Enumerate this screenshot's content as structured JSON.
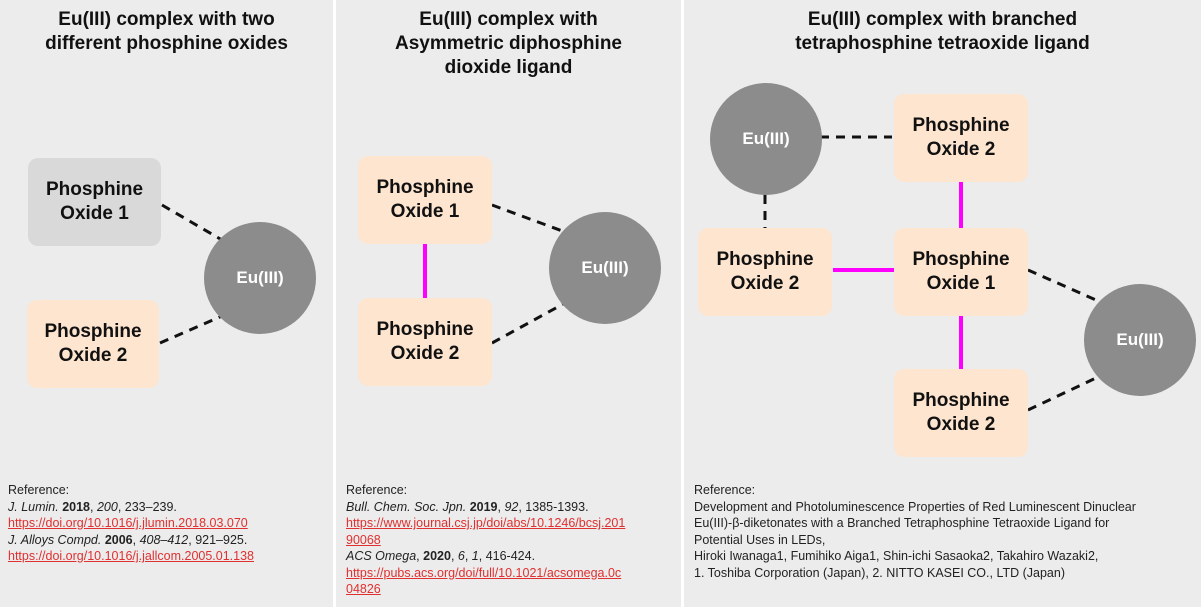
{
  "panels": [
    {
      "title": [
        "Eu(III) complex with two",
        "different phosphine oxides"
      ],
      "boxes": [
        [
          "Phosphine",
          "Oxide 1"
        ],
        [
          "Phosphine",
          "Oxide 2"
        ]
      ],
      "circle": "Eu(III)",
      "reference_label": "Reference:",
      "refs": [
        {
          "journal": "J. Lumin.",
          "year": "2018",
          "volume": "200",
          "pages": ", 233–239.",
          "link": "https://doi.org/10.1016/j.jlumin.2018.03.070"
        },
        {
          "journal": "J. Alloys Compd.",
          "year": "2006",
          "volume": "408–412",
          "pages": ", 921–925.",
          "link": "https://doi.org/10.1016/j.jallcom.2005.01.138"
        }
      ]
    },
    {
      "title": [
        "Eu(III) complex with",
        "Asymmetric diphosphine",
        "dioxide ligand"
      ],
      "boxes": [
        [
          "Phosphine",
          "Oxide 1"
        ],
        [
          "Phosphine",
          "Oxide 2"
        ]
      ],
      "circle": "Eu(III)",
      "reference_label": "Reference:",
      "refs": [
        {
          "journal": "Bull. Chem. Soc. Jpn.",
          "year": "2019",
          "volume": "92",
          "pages": ", 1385-1393.",
          "link_lines": [
            "https://www.journal.csj.jp/doi/abs/10.1246/bcsj.201",
            "90068"
          ]
        },
        {
          "journal": "ACS Omega",
          "year": "2020",
          "volume": "6",
          "issue": "1",
          "pages": ", 416-424.",
          "link_lines": [
            "https://pubs.acs.org/doi/full/10.1021/acsomega.0c",
            "04826"
          ]
        }
      ]
    },
    {
      "title": [
        "Eu(III) complex with branched",
        "tetraphosphine tetraoxide ligand"
      ],
      "boxes": [
        [
          "Phosphine",
          "Oxide 2"
        ],
        [
          "Phosphine",
          "Oxide 2"
        ],
        [
          "Phosphine",
          "Oxide 1"
        ],
        [
          "Phosphine",
          "Oxide 2"
        ]
      ],
      "circles": [
        "Eu(III)",
        "Eu(III)"
      ],
      "reference_label": "Reference:",
      "ref_lines": [
        "Development and Photoluminescence Properties of Red Luminescent Dinuclear",
        "Eu(III)-β-diketonates with a Branched Tetraphosphine Tetraoxide Ligand for",
        "Potential Uses in LEDs,",
        "Hiroki Iwanaga1, Fumihiko Aiga1, Shin-ichi Sasaoka2, Takahiro Wazaki2,",
        "1. Toshiba Corporation (Japan), 2. NITTO KASEI CO., LTD (Japan)"
      ]
    }
  ],
  "colors": {
    "panel_bg": "#ececec",
    "box_orange": "#fde5cf",
    "box_grey": "#d9d9d9",
    "circle": "#8c8c8c",
    "bond_magenta": "#ff00ff",
    "link_red": "#e03030"
  }
}
